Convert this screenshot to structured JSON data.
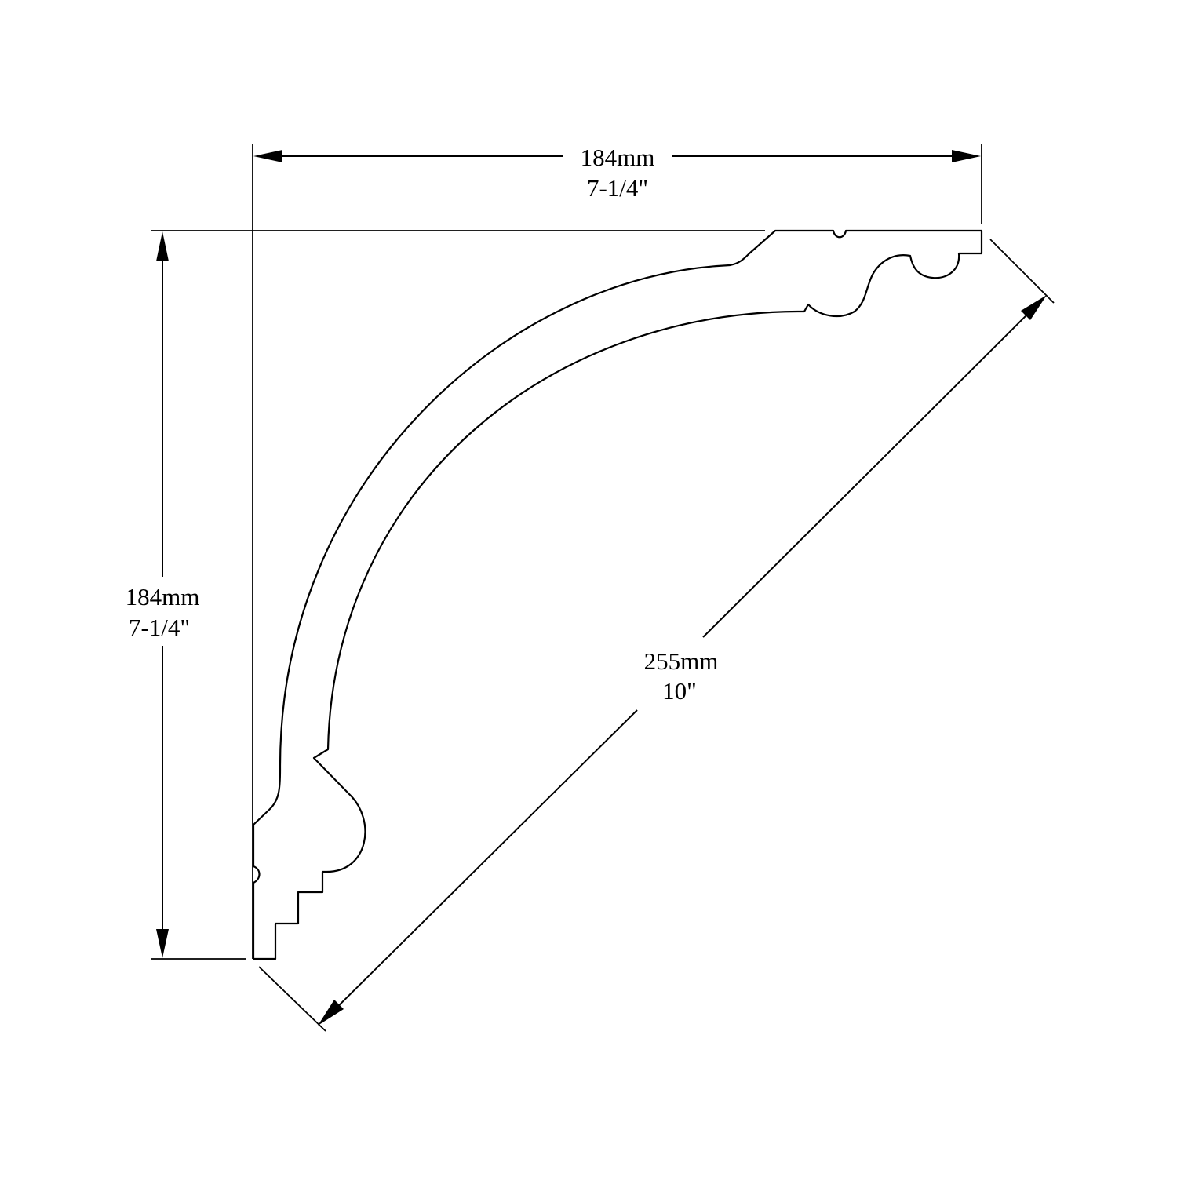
{
  "dimensions": {
    "top": {
      "metric": "184mm",
      "imperial": "7-1/4\""
    },
    "left": {
      "metric": "184mm",
      "imperial": "7-1/4\""
    },
    "diagonal": {
      "metric": "255mm",
      "imperial": "10\""
    }
  },
  "colors": {
    "line": "#000000",
    "background": "#ffffff"
  }
}
